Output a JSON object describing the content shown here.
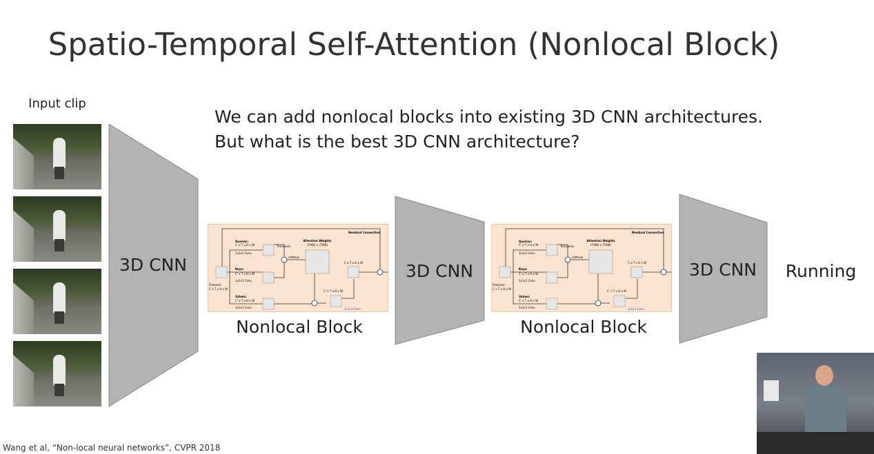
{
  "title": "Spatio-Temporal Self-Attention (Nonlocal Block)",
  "intro": [
    "We can add nonlocal blocks into existing 3D CNN architectures.",
    "But what is the best 3D CNN architecture?"
  ],
  "input_clip_label": "Input clip",
  "cnn_label": "3D CNN",
  "nonlocal_label": "Nonlocal Block",
  "output_label": "Running",
  "citation": "Wang et al, “Non-local neural networks”, CVPR 2018",
  "block": {
    "residual": "Residual Connection",
    "queries": "Queries:",
    "keys": "Keys:",
    "values": "Values:",
    "dim_prime": "C' x T x H x W",
    "conv": "1x1x1 Conv",
    "features": "Features:",
    "dim": "C x T x H x W",
    "transpose": "Transpose",
    "softmax": "softmax",
    "attention": "Attention Weights",
    "attention_dim": "(THW) x (THW)"
  },
  "colors": {
    "block_bg": "#fbe3cf",
    "block_border": "#f2c9a4",
    "cnn": "#b3b3b3"
  }
}
